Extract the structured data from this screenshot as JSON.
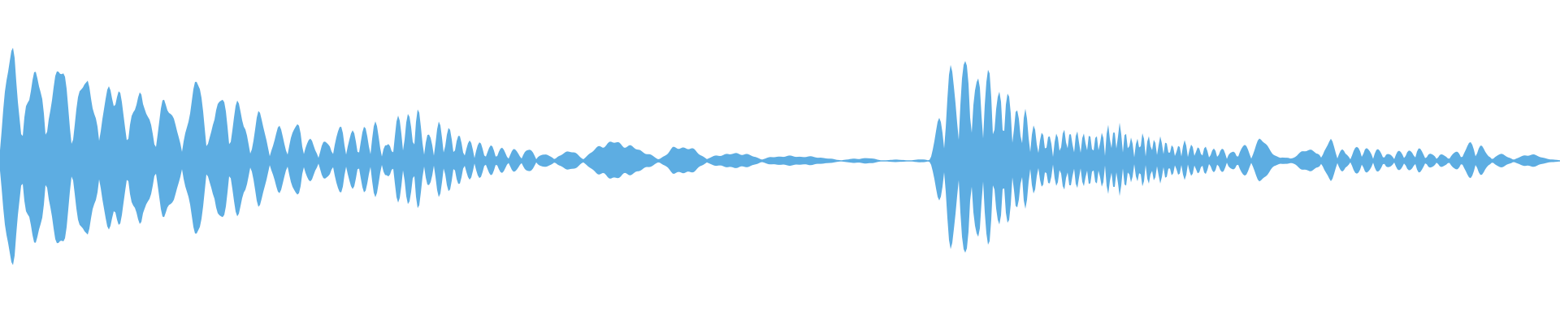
{
  "waveform": {
    "color": "#5DADE2",
    "background": "#FFFFFF",
    "amplitude_envelope": [
      0.55,
      0.95,
      0.6,
      0.85,
      0.7,
      0.78,
      0.55,
      0.8,
      0.5,
      0.76,
      0.4,
      0.6,
      0.38,
      0.42,
      0.7,
      0.35,
      0.68,
      0.3,
      0.36,
      0.22,
      0.25,
      0.3,
      0.12,
      0.18,
      0.28,
      0.2,
      0.32,
      0.12,
      0.36,
      0.4,
      0.2,
      0.3,
      0.18,
      0.15,
      0.12,
      0.1,
      0.08,
      0.1,
      0.05,
      0.06,
      0.08,
      0.1,
      0.14,
      0.15,
      0.12,
      0.1,
      0.08,
      0.12,
      0.1,
      0.1,
      0.06,
      0.05,
      0.07,
      0.08,
      0.06,
      0.05,
      0.04,
      0.04,
      0.03,
      0.03,
      0.02,
      0.02,
      0.01,
      0.01,
      0.01,
      0.02,
      0.6,
      0.82,
      0.76,
      0.7,
      0.58,
      0.48,
      0.3,
      0.2,
      0.22,
      0.24,
      0.2,
      0.22,
      0.3,
      0.18,
      0.2,
      0.18,
      0.12,
      0.15,
      0.1,
      0.1,
      0.08,
      0.12,
      0.16,
      0.14,
      0.12,
      0.1,
      0.08,
      0.18,
      0.06,
      0.12,
      0.1,
      0.06,
      0.08,
      0.1,
      0.06,
      0.05,
      0.08,
      0.18,
      0.06,
      0.05,
      0.04,
      0.05,
      0.04,
      0.03
    ]
  }
}
